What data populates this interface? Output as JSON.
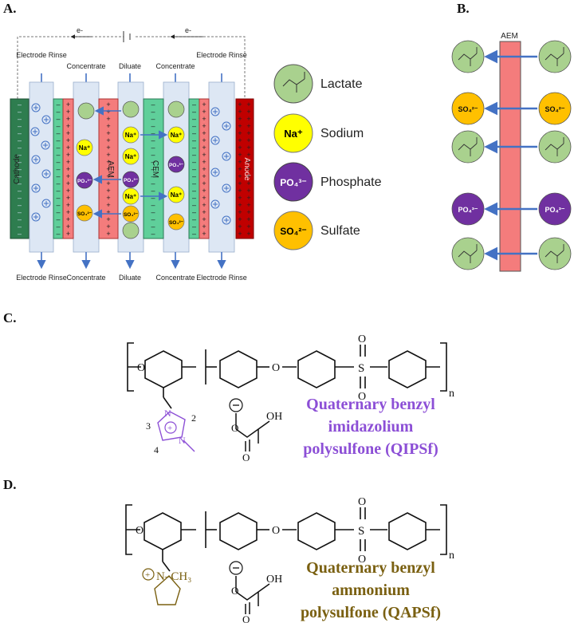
{
  "panels": {
    "a": "A.",
    "b": "B.",
    "c": "C.",
    "d": "D."
  },
  "circuit": {
    "electron_left": "e-",
    "electron_right": "e-"
  },
  "stack": {
    "top_labels": [
      "Electrode Rinse",
      "Concentrate",
      "Diluate",
      "Concentrate",
      "Electrode Rinse"
    ],
    "bottom_labels": [
      "Electrode Rinse",
      "Concentrate",
      "Diluate",
      "Concentrate",
      "Electrode Rinse"
    ],
    "cathode": "Cathode",
    "anode": "Anode",
    "aem": "AEM",
    "cem": "CEM"
  },
  "legend": [
    {
      "ion": "lactate",
      "label": "Lactate",
      "symbol": "",
      "color": "#a9d18e"
    },
    {
      "ion": "sodium",
      "label": "Sodium",
      "symbol": "Na⁺",
      "color": "#ffff00"
    },
    {
      "ion": "phosphate",
      "label": "Phosphate",
      "symbol": "PO₄³⁻",
      "color": "#7030a0"
    },
    {
      "ion": "sulfate",
      "label": "Sulfate",
      "symbol": "SO₄²⁻",
      "color": "#ffc000"
    }
  ],
  "panel_b": {
    "aem": "AEM",
    "left_ions": [
      "",
      "SO₄²⁻",
      "",
      "PO₄³⁻",
      ""
    ],
    "right_ions": [
      "",
      "SO₄²⁻",
      "",
      "PO₄³⁻",
      ""
    ]
  },
  "ions_in_stack": {
    "na": "Na⁺",
    "po4": "PO₄³⁻",
    "so4": "SO₄²⁻"
  },
  "polymer_c": {
    "n": "n",
    "name_lines": [
      "Quaternary benzyl",
      "imidazolium",
      "polysulfone (QIPSf)"
    ],
    "name_color": "#8c4fd6",
    "ring_numbers": [
      "3",
      "2",
      "4"
    ],
    "oh": "OH",
    "oxygen": "O",
    "sulfur": "S"
  },
  "polymer_d": {
    "n": "n",
    "name_lines": [
      "Quaternary benzyl",
      "ammonium",
      "polysulfone (QAPSf)"
    ],
    "name_color": "#7a6011",
    "n_methyl": "N–CH₃",
    "oh": "OH",
    "oxygen": "O",
    "sulfur": "S"
  }
}
